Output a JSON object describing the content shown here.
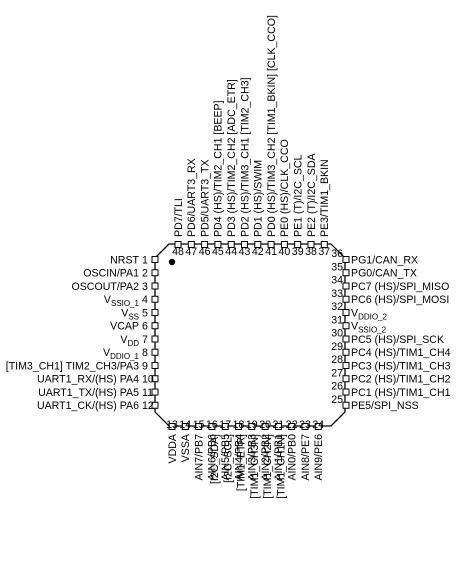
{
  "chip": {
    "pin1_marker": "filled-circle"
  },
  "left_pins": [
    {
      "num": "1",
      "label": "NRST"
    },
    {
      "num": "2",
      "label": "OSCIN/PA1"
    },
    {
      "num": "3",
      "label": "OSCOUT/PA2"
    },
    {
      "num": "4",
      "label": "V",
      "sub": "SSIO_1"
    },
    {
      "num": "5",
      "label": "V",
      "sub": "SS"
    },
    {
      "num": "6",
      "label": "VCAP"
    },
    {
      "num": "7",
      "label": "V",
      "sub": "DD"
    },
    {
      "num": "8",
      "label": "V",
      "sub": "DDIO_1"
    },
    {
      "num": "9",
      "label": "[TIM3_CH1] TIM2_CH3/PA3"
    },
    {
      "num": "10",
      "label": "UART1_RX/(HS) PA4"
    },
    {
      "num": "11",
      "label": "UART1_TX/(HS) PA5"
    },
    {
      "num": "12",
      "label": "UART1_CK/(HS) PA6"
    }
  ],
  "right_pins": [
    {
      "num": "36",
      "label": "PG1/CAN_RX"
    },
    {
      "num": "35",
      "label": "PG0/CAN_TX"
    },
    {
      "num": "34",
      "label": "PC7 (HS)/SPI_MISO"
    },
    {
      "num": "33",
      "label": "PC6 (HS)/SPI_MOSI"
    },
    {
      "num": "32",
      "label": "V",
      "sub": "DDIO_2"
    },
    {
      "num": "31",
      "label": "V",
      "sub": "SSIO_2"
    },
    {
      "num": "30",
      "label": "PC5 (HS)/SPI_SCK"
    },
    {
      "num": "29",
      "label": "PC4 (HS)/TIM1_CH4"
    },
    {
      "num": "28",
      "label": "PC3 (HS)/TIM1_CH3"
    },
    {
      "num": "27",
      "label": "PC2 (HS)/TIM1_CH2"
    },
    {
      "num": "26",
      "label": "PC1 (HS)/TIM1_CH1"
    },
    {
      "num": "25",
      "label": "PE5/SPI_NSS"
    }
  ],
  "top_pins": [
    {
      "num": "48",
      "lines": [
        "PD7/TLI"
      ]
    },
    {
      "num": "47",
      "lines": [
        "PD6/UART3_RX"
      ]
    },
    {
      "num": "46",
      "lines": [
        "PD5/UART3_TX"
      ]
    },
    {
      "num": "45",
      "lines": [
        "PD4 (HS)/TIM2_CH1 [BEEP]"
      ]
    },
    {
      "num": "44",
      "lines": [
        "PD3 (HS)/TIM2_CH2 [ADC_ETR]"
      ]
    },
    {
      "num": "43",
      "lines": [
        "PD2 (HS)/TIM3_CH1 [TIM2_CH3]"
      ]
    },
    {
      "num": "42",
      "lines": [
        "PD1 (HS)/SWIM"
      ]
    },
    {
      "num": "41",
      "lines": [
        "PD0 (HS)/TIM3_CH2 [TIM1_BKIN] [CLK_CCO]"
      ]
    },
    {
      "num": "40",
      "lines": [
        "PE0 (HS)/CLK_CCO"
      ]
    },
    {
      "num": "39",
      "lines": [
        "PE1 (T)/I2C_SCL"
      ]
    },
    {
      "num": "38",
      "lines": [
        "PE2 (T)/I2C_SDA"
      ]
    },
    {
      "num": "37",
      "lines": [
        "PE3/TIM1_BKIN"
      ]
    }
  ],
  "bottom_pins": [
    {
      "num": "13",
      "lines": [
        "VDDA"
      ]
    },
    {
      "num": "14",
      "lines": [
        "VSSA"
      ]
    },
    {
      "num": "15",
      "lines": [
        "AIN7/PB7"
      ]
    },
    {
      "num": "16",
      "lines": [
        "AIN6/PB6"
      ]
    },
    {
      "num": "17",
      "lines": [
        "AIN5/PB5",
        "[I2C_SDA]"
      ]
    },
    {
      "num": "18",
      "lines": [
        "AIN4/PB4",
        "[I2C_SCL]"
      ]
    },
    {
      "num": "19",
      "lines": [
        "AIN3/PB3",
        "[TIM1_ETR]"
      ]
    },
    {
      "num": "20",
      "lines": [
        "AIN2/PB2",
        "[TIM1_CH3N]"
      ]
    },
    {
      "num": "21",
      "lines": [
        "AIN1/PB1",
        "[TIM1_CH2N]"
      ]
    },
    {
      "num": "22",
      "lines": [
        "AIN0/PB0",
        "[TIM1_CH1N]"
      ]
    },
    {
      "num": "23",
      "lines": [
        "AIN8/PE7"
      ]
    },
    {
      "num": "24",
      "lines": [
        "AIN9/PE6"
      ]
    }
  ]
}
